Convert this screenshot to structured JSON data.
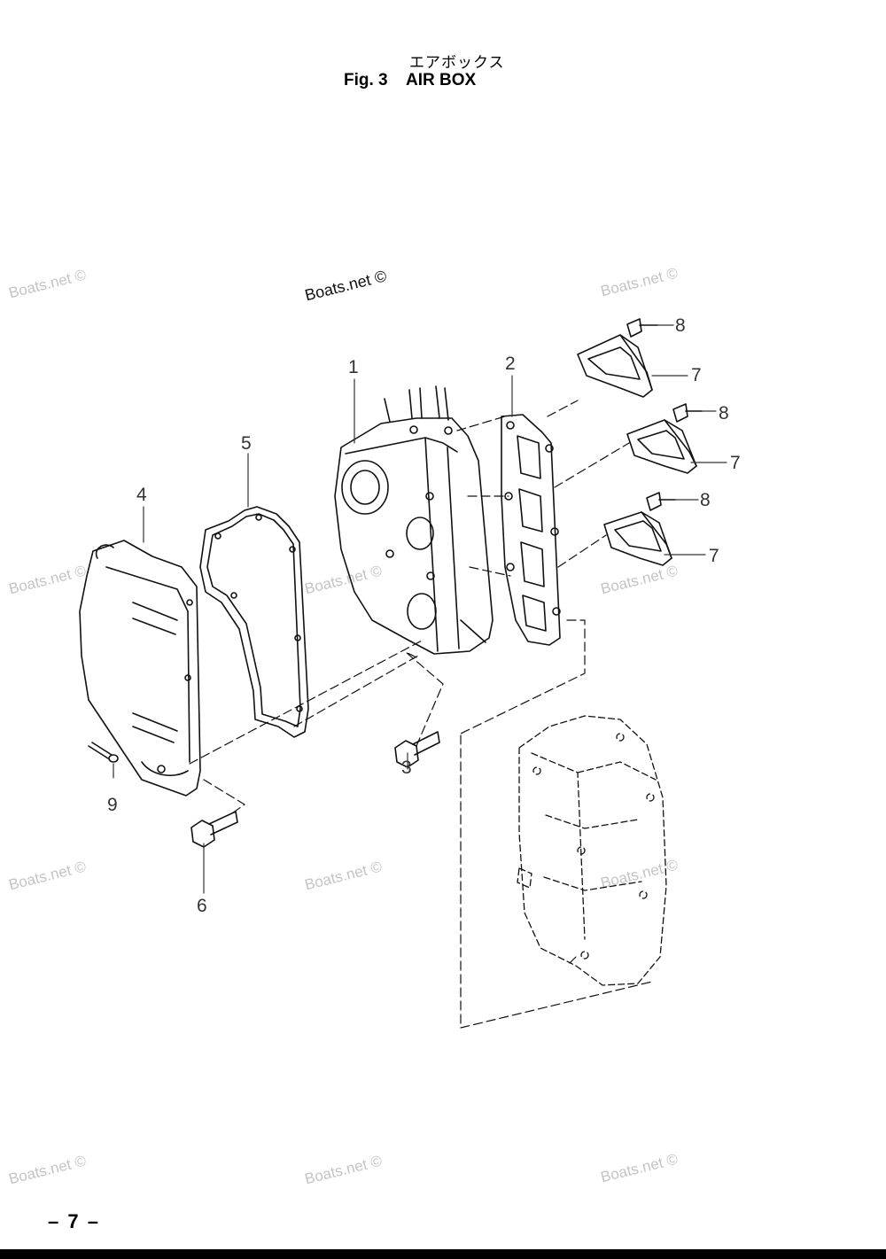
{
  "header": {
    "title_ja": "エアボックス",
    "title_en": "Fig. 3    AIR BOX"
  },
  "watermark": "Boats.net ©",
  "callouts": [
    "1",
    "2",
    "3",
    "4",
    "5",
    "6",
    "7",
    "7",
    "7",
    "8",
    "8",
    "8",
    "9"
  ],
  "footer": {
    "page_number": "– 7 –"
  }
}
